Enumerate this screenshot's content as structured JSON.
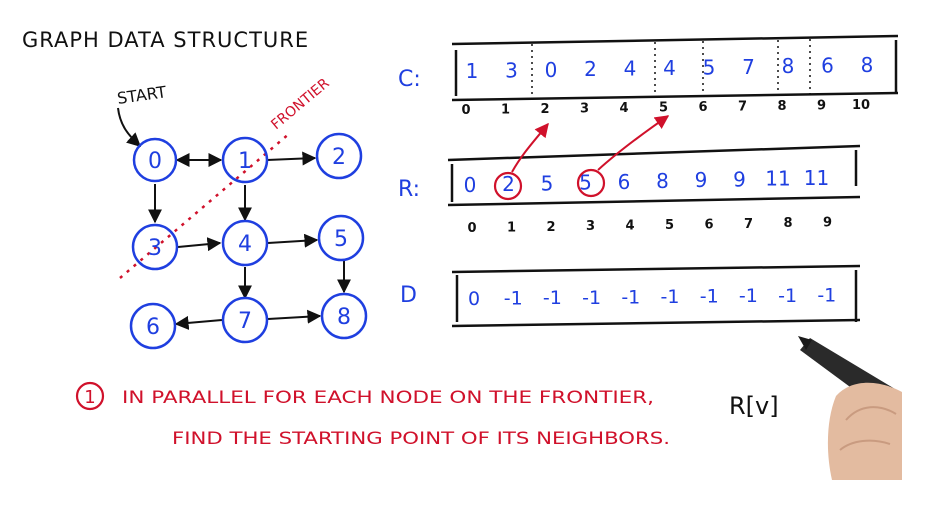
{
  "title": "GRAPH DATA STRUCTURE",
  "start_label": "START",
  "frontier_label": "FRONTIER",
  "colors": {
    "ink": "#111111",
    "blue": "#1f3fe0",
    "red": "#d0112b",
    "background": "#ffffff"
  },
  "graph": {
    "nodes": [
      "0",
      "1",
      "2",
      "3",
      "4",
      "5",
      "6",
      "7",
      "8"
    ]
  },
  "arrays": {
    "C": {
      "label": "C:",
      "values": [
        "1",
        "3",
        "0",
        "2",
        "4",
        "4",
        "5",
        "7",
        "8",
        "6",
        "8"
      ],
      "indices": [
        "0",
        "1",
        "2",
        "3",
        "4",
        "5",
        "6",
        "7",
        "8",
        "9",
        "10"
      ]
    },
    "R": {
      "label": "R:",
      "values": [
        "0",
        "2",
        "5",
        "5",
        "6",
        "8",
        "9",
        "9",
        "11",
        "11"
      ],
      "indices": [
        "0",
        "1",
        "2",
        "3",
        "4",
        "5",
        "6",
        "7",
        "8",
        "9"
      ],
      "circled": [
        "1",
        "3"
      ]
    },
    "D": {
      "label": "D",
      "values": [
        "0",
        "-1",
        "-1",
        "-1",
        "-1",
        "-1",
        "-1",
        "-1",
        "-1",
        "-1"
      ]
    }
  },
  "note": {
    "step_number": "1",
    "line1": "IN PARALLEL FOR EACH NODE ON THE FRONTIER,",
    "line2": "FIND THE STARTING POINT OF ITS NEIGHBORS."
  },
  "formula": "R[v]"
}
